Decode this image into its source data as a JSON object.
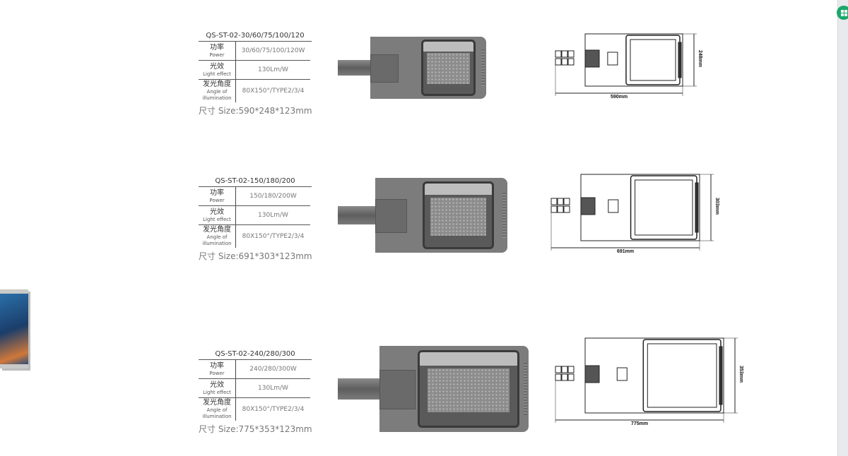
{
  "products": [
    {
      "model": "QS-ST-02-30/60/75/100/120",
      "power_label_cn": "功率",
      "power_label_en": "Power",
      "power": "30/60/75/100/120W",
      "effect_label_cn": "光效",
      "effect_label_en": "Light effect",
      "effect": "130Lm/W",
      "angle_label_cn": "发光角度",
      "angle_label_en": "Angle of illumination",
      "angle": "80X150°/TYPE2/3/4",
      "size": "尺寸 Size:590*248*123mm",
      "dim_width": "590mm",
      "dim_height": "248mm"
    },
    {
      "model": "QS-ST-02-150/180/200",
      "power_label_cn": "功率",
      "power_label_en": "Power",
      "power": "150/180/200W",
      "effect_label_cn": "光效",
      "effect_label_en": "Light effect",
      "effect": "130Lm/W",
      "angle_label_cn": "发光角度",
      "angle_label_en": "Angle of illumination",
      "angle": "80X150°/TYPE2/3/4",
      "size": "尺寸 Size:691*303*123mm",
      "dim_width": "691mm",
      "dim_height": "303mm"
    },
    {
      "model": "QS-ST-02-240/280/300",
      "power_label_cn": "功率",
      "power_label_en": "Power",
      "power": "240/280/300W",
      "effect_label_cn": "光效",
      "effect_label_en": "Light effect",
      "effect": "130Lm/W",
      "angle_label_cn": "发光角度",
      "angle_label_en": "Angle of illumination",
      "angle": "80X150°/TYPE2/3/4",
      "size": "尺寸 Size:775*353*123mm",
      "dim_width": "775mm",
      "dim_height": "353mm"
    }
  ],
  "colors": {
    "accent": "#1aa869",
    "text": "#333333",
    "muted": "#777777"
  },
  "icons": {
    "fab": "grid-icon"
  }
}
